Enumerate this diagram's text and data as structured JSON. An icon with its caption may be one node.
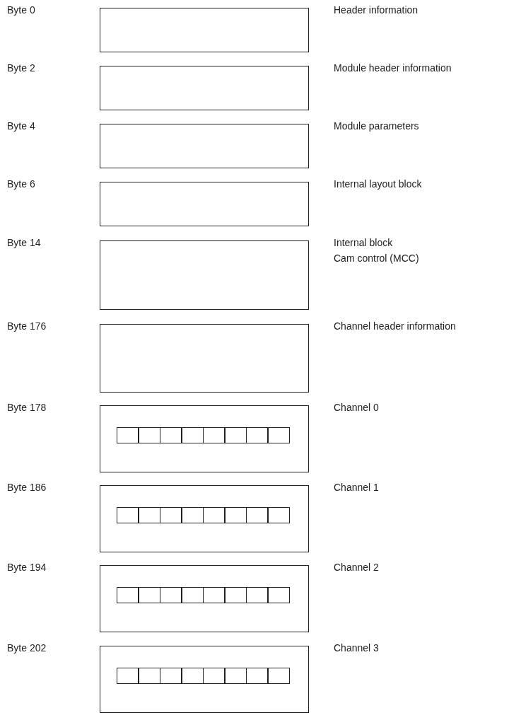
{
  "diagram": {
    "labels": [
      "Byte 0",
      "Byte 2",
      "Byte 4",
      "Byte 6",
      "Byte 14",
      "Byte 176",
      "Byte 178",
      "Byte 186",
      "Byte 194",
      "Byte 202"
    ],
    "nodes": [
      {
        "text": [],
        "shape": "box",
        "beside": [
          "Header information"
        ]
      },
      {
        "text": [],
        "shape": "box",
        "beside": [
          "Module header information"
        ]
      },
      {
        "text": [],
        "shape": "box",
        "beside": [
          "Module parameters"
        ]
      },
      {
        "text": [],
        "shape": "box",
        "beside": [
          "Internal layout block"
        ]
      },
      {
        "text": [],
        "shape": "box",
        "beside": [
          "Internal block",
          "Cam control (MCC)"
        ]
      },
      {
        "text": [],
        "shape": "box",
        "beside": [
          "Channel header information"
        ]
      },
      {
        "text": [],
        "shape": "box",
        "beside": [
          "Channel 0"
        ]
      },
      {
        "text": [],
        "shape": "box",
        "in": 6
      },
      {
        "text": [],
        "shape": "box",
        "in": 6
      },
      {
        "text": [],
        "shape": "box",
        "in": 6
      },
      {
        "text": [],
        "shape": "box",
        "in": 6
      },
      {
        "text": [],
        "shape": "box",
        "in": 6
      },
      {
        "text": [],
        "shape": "box",
        "in": 6
      },
      {
        "text": [],
        "shape": "box",
        "in": 6
      },
      {
        "text": [],
        "shape": "box",
        "in": 6
      },
      {
        "text": [],
        "shape": "box",
        "beside": [
          "Channel 1"
        ]
      },
      {
        "text": [],
        "shape": "box",
        "in": 15
      },
      {
        "text": [],
        "shape": "box",
        "in": 15
      },
      {
        "text": [],
        "shape": "box",
        "in": 15
      },
      {
        "text": [],
        "shape": "box",
        "in": 15
      },
      {
        "text": [],
        "shape": "box",
        "in": 15
      },
      {
        "text": [],
        "shape": "box",
        "in": 15
      },
      {
        "text": [],
        "shape": "box",
        "in": 15
      },
      {
        "text": [],
        "shape": "box",
        "in": 15
      },
      {
        "text": [],
        "shape": "box",
        "beside": [
          "Channel 2"
        ]
      },
      {
        "text": [],
        "shape": "box",
        "in": 24
      },
      {
        "text": [],
        "shape": "box",
        "in": 24
      },
      {
        "text": [],
        "shape": "box",
        "in": 24
      },
      {
        "text": [],
        "shape": "box",
        "in": 24
      },
      {
        "text": [],
        "shape": "box",
        "in": 24
      },
      {
        "text": [],
        "shape": "box",
        "in": 24
      },
      {
        "text": [],
        "shape": "box",
        "in": 24
      },
      {
        "text": [],
        "shape": "box",
        "in": 24
      },
      {
        "text": [],
        "shape": "box",
        "beside": [
          "Channel 3"
        ]
      },
      {
        "text": [],
        "shape": "box",
        "in": 33
      },
      {
        "text": [],
        "shape": "box",
        "in": 33
      },
      {
        "text": [],
        "shape": "box",
        "in": 33
      },
      {
        "text": [],
        "shape": "box",
        "in": 33
      },
      {
        "text": [],
        "shape": "box",
        "in": 33
      },
      {
        "text": [],
        "shape": "box",
        "in": 33
      },
      {
        "text": [],
        "shape": "box",
        "in": 33
      },
      {
        "text": [],
        "shape": "box",
        "in": 33
      }
    ]
  }
}
